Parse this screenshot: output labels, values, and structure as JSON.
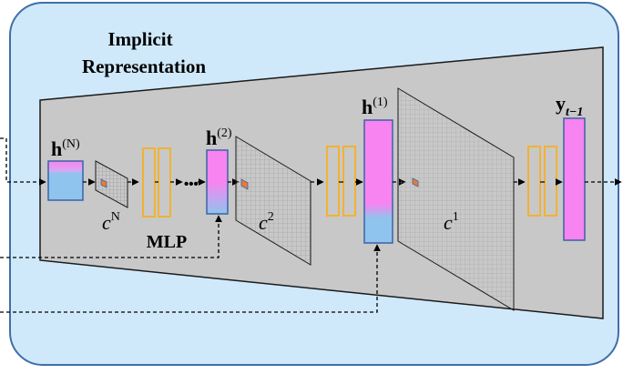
{
  "title": {
    "line1": "Implicit",
    "line2": "Representation"
  },
  "hidden_labels": {
    "hN": {
      "base": "h",
      "sup": "(N)"
    },
    "h2": {
      "base": "h",
      "sup": "(2)"
    },
    "h1": {
      "base": "h",
      "sup": "(1)"
    },
    "y": {
      "base": "y",
      "sub": "t−1"
    }
  },
  "grid_labels": {
    "cN": {
      "base": "c",
      "sup": "N"
    },
    "c2": {
      "base": "c",
      "sup": "2"
    },
    "c1": {
      "base": "c",
      "sup": "1"
    }
  },
  "mlp_label": "MLP",
  "ellipsis": "•••",
  "colors": {
    "panel_fill": "#cfe9fb",
    "panel_stroke": "#3f6fa7",
    "trapezoid_fill": "#c8c8c8",
    "trapezoid_stroke": "#1a1a1a",
    "feature_pink": "#f784f0",
    "feature_blue": "#8fc4ee",
    "feature_stroke": "#3b63a5",
    "mlp_stroke": "#f2b233",
    "grid_cell": "#ee7a33",
    "grid_line": "#9a9a9a",
    "arrow": "#000000"
  }
}
